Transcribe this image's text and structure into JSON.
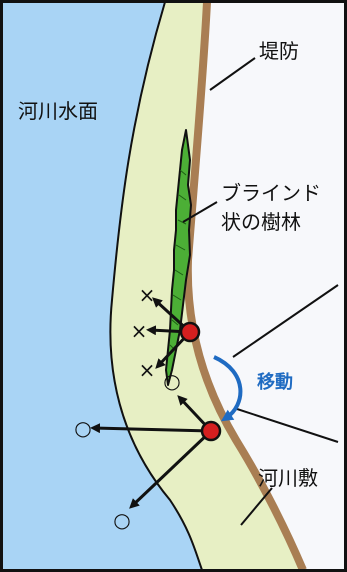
{
  "labels": {
    "levee": "堤防",
    "water_surface": "河川水面",
    "blind_forest_line1": "ブラインド",
    "blind_forest_line2": "状の樹林",
    "movement": "移動",
    "floodplain": "河川敷"
  },
  "symbols": {
    "blocked": "×",
    "open": "○"
  },
  "colors": {
    "water": "#a9d4f5",
    "floodplain": "#e7efc4",
    "levee": "#a97e53",
    "forest": "#4caf36",
    "observer": "#d41f1f",
    "movement_arrow": "#1f6bc2",
    "outside": "#f7f8fb",
    "outline": "#111111"
  }
}
